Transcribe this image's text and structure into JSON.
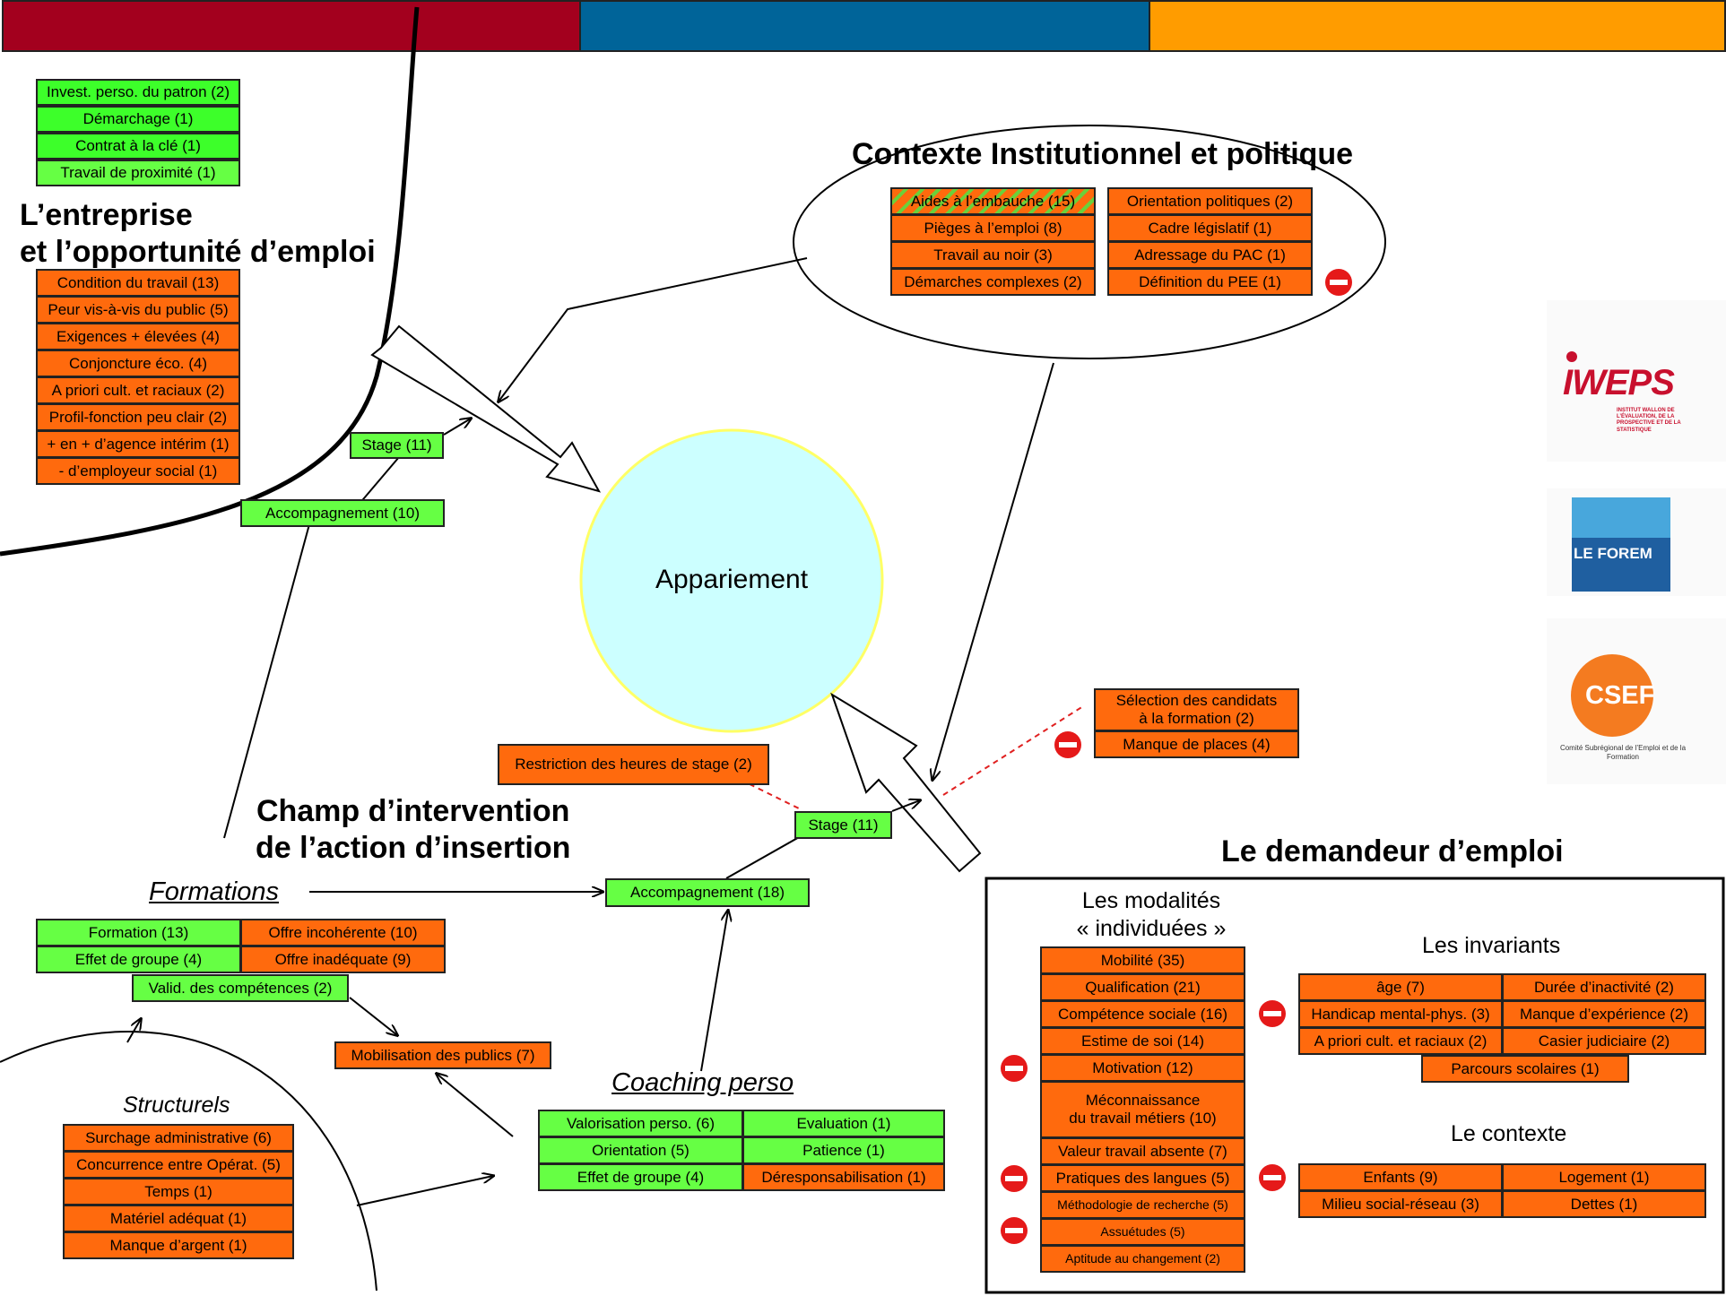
{
  "header_colors": {
    "bar1": "#a3001e",
    "bar2": "#006499",
    "bar3": "#ff9c00"
  },
  "titles": {
    "entreprise_line1": "L’entreprise",
    "entreprise_line2": "et l’opportunité d’emploi",
    "contexte": "Contexte Institutionnel et politique",
    "champ_line1": "Champ d’intervention",
    "champ_line2": "de l’action d’insertion",
    "demandeur": "Le demandeur d’emploi"
  },
  "center": "Appariement",
  "entreprise_green": [
    "Invest. perso. du patron (2)",
    "Démarchage (1)",
    "Contrat à la clé (1)",
    "Travail de proximité (1)"
  ],
  "entreprise_orange": [
    "Condition du travail (13)",
    "Peur vis-à-vis du public (5)",
    "Exigences + élevées (4)",
    "Conjoncture éco. (4)",
    "A priori cult. et raciaux (2)",
    "Profil-fonction peu clair (2)",
    "+ en + d’agence intérim (1)",
    "- d’employeur social (1)"
  ],
  "stage_top": "Stage (11)",
  "accompagnement_top": "Accompagnement (10)",
  "contexte_col1": [
    "Aides à l’embauche (15)",
    "Pièges à l’emploi (8)",
    "Travail au noir (3)",
    "Démarches complexes (2)"
  ],
  "contexte_col2": [
    "Orientation politiques (2)",
    "Cadre législatif (1)",
    "Adressage du PAC (1)",
    "Définition du PEE (1)"
  ],
  "selection": {
    "line1": "Sélection des candidats",
    "line2": "à la formation (2)",
    "manque": "Manque de places (4)"
  },
  "restriction": "Restriction des heures de stage (2)",
  "stage_mid": "Stage (11)",
  "accompagnement_mid": "Accompagnement (18)",
  "formations": {
    "label": "Formations",
    "formation": "Formation (13)",
    "offre_incoherente": "Offre incohérente (10)",
    "effet": "Effet de groupe (4)",
    "offre_inadequate": "Offre inadéquate (9)",
    "valid": "Valid. des compétences (2)"
  },
  "mobilisation": "Mobilisation des publics (7)",
  "structurels": {
    "label": "Structurels",
    "items": [
      "Surchage administrative (6)",
      "Concurrence entre Opérat. (5)",
      "Temps (1)",
      "Matériel adéquat (1)",
      "Manque d’argent (1)"
    ]
  },
  "coaching": {
    "label": "Coaching perso",
    "valorisation": "Valorisation perso. (6)",
    "evaluation": "Evaluation (1)",
    "orientation": "Orientation (5)",
    "patience": "Patience (1)",
    "effet": "Effet de groupe (4)",
    "deresponsabilisation": "Déresponsabilisation (1)"
  },
  "demandeur": {
    "modalites_line1": "Les modalités",
    "modalites_line2": "« individuées »",
    "modalites": [
      "Mobilité (35)",
      "Qualification (21)",
      "Compétence sociale (16)",
      "Estime de soi (14)",
      "Motivation (12)"
    ],
    "meconnaissance_line1": "Méconnaissance",
    "meconnaissance_line2": "du travail  métiers (10)",
    "modalites2": [
      "Valeur travail absente (7)",
      "Pratiques des langues (5)",
      "Méthodologie de recherche (5)",
      "Assuétudes (5)",
      "Aptitude au changement (2)"
    ],
    "invariants_label": "Les invariants",
    "invariants_left": [
      "âge (7)",
      "Handicap mental-phys. (3)",
      "A priori cult. et raciaux (2)"
    ],
    "invariants_right": [
      "Durée d’inactivité (2)",
      "Manque d’expérience (2)",
      "Casier judiciaire (2)"
    ],
    "parcours": "Parcours scolaires (1)",
    "contexte_label": "Le contexte",
    "contexte_left": [
      "Enfants (9)",
      "Milieu social-réseau (3)"
    ],
    "contexte_right": [
      "Logement (1)",
      "Dettes (1)"
    ]
  },
  "logos": {
    "iweps": "IWEPS",
    "iweps_caption": "INSTITUT WALLON DE L’ÉVALUATION, DE LA PROSPECTIVE ET DE LA STATISTIQUE",
    "forem": "LE FOREM",
    "csef": "CSEF",
    "csef_caption": "Comité Subrégional de l’Emploi et de la Formation"
  }
}
